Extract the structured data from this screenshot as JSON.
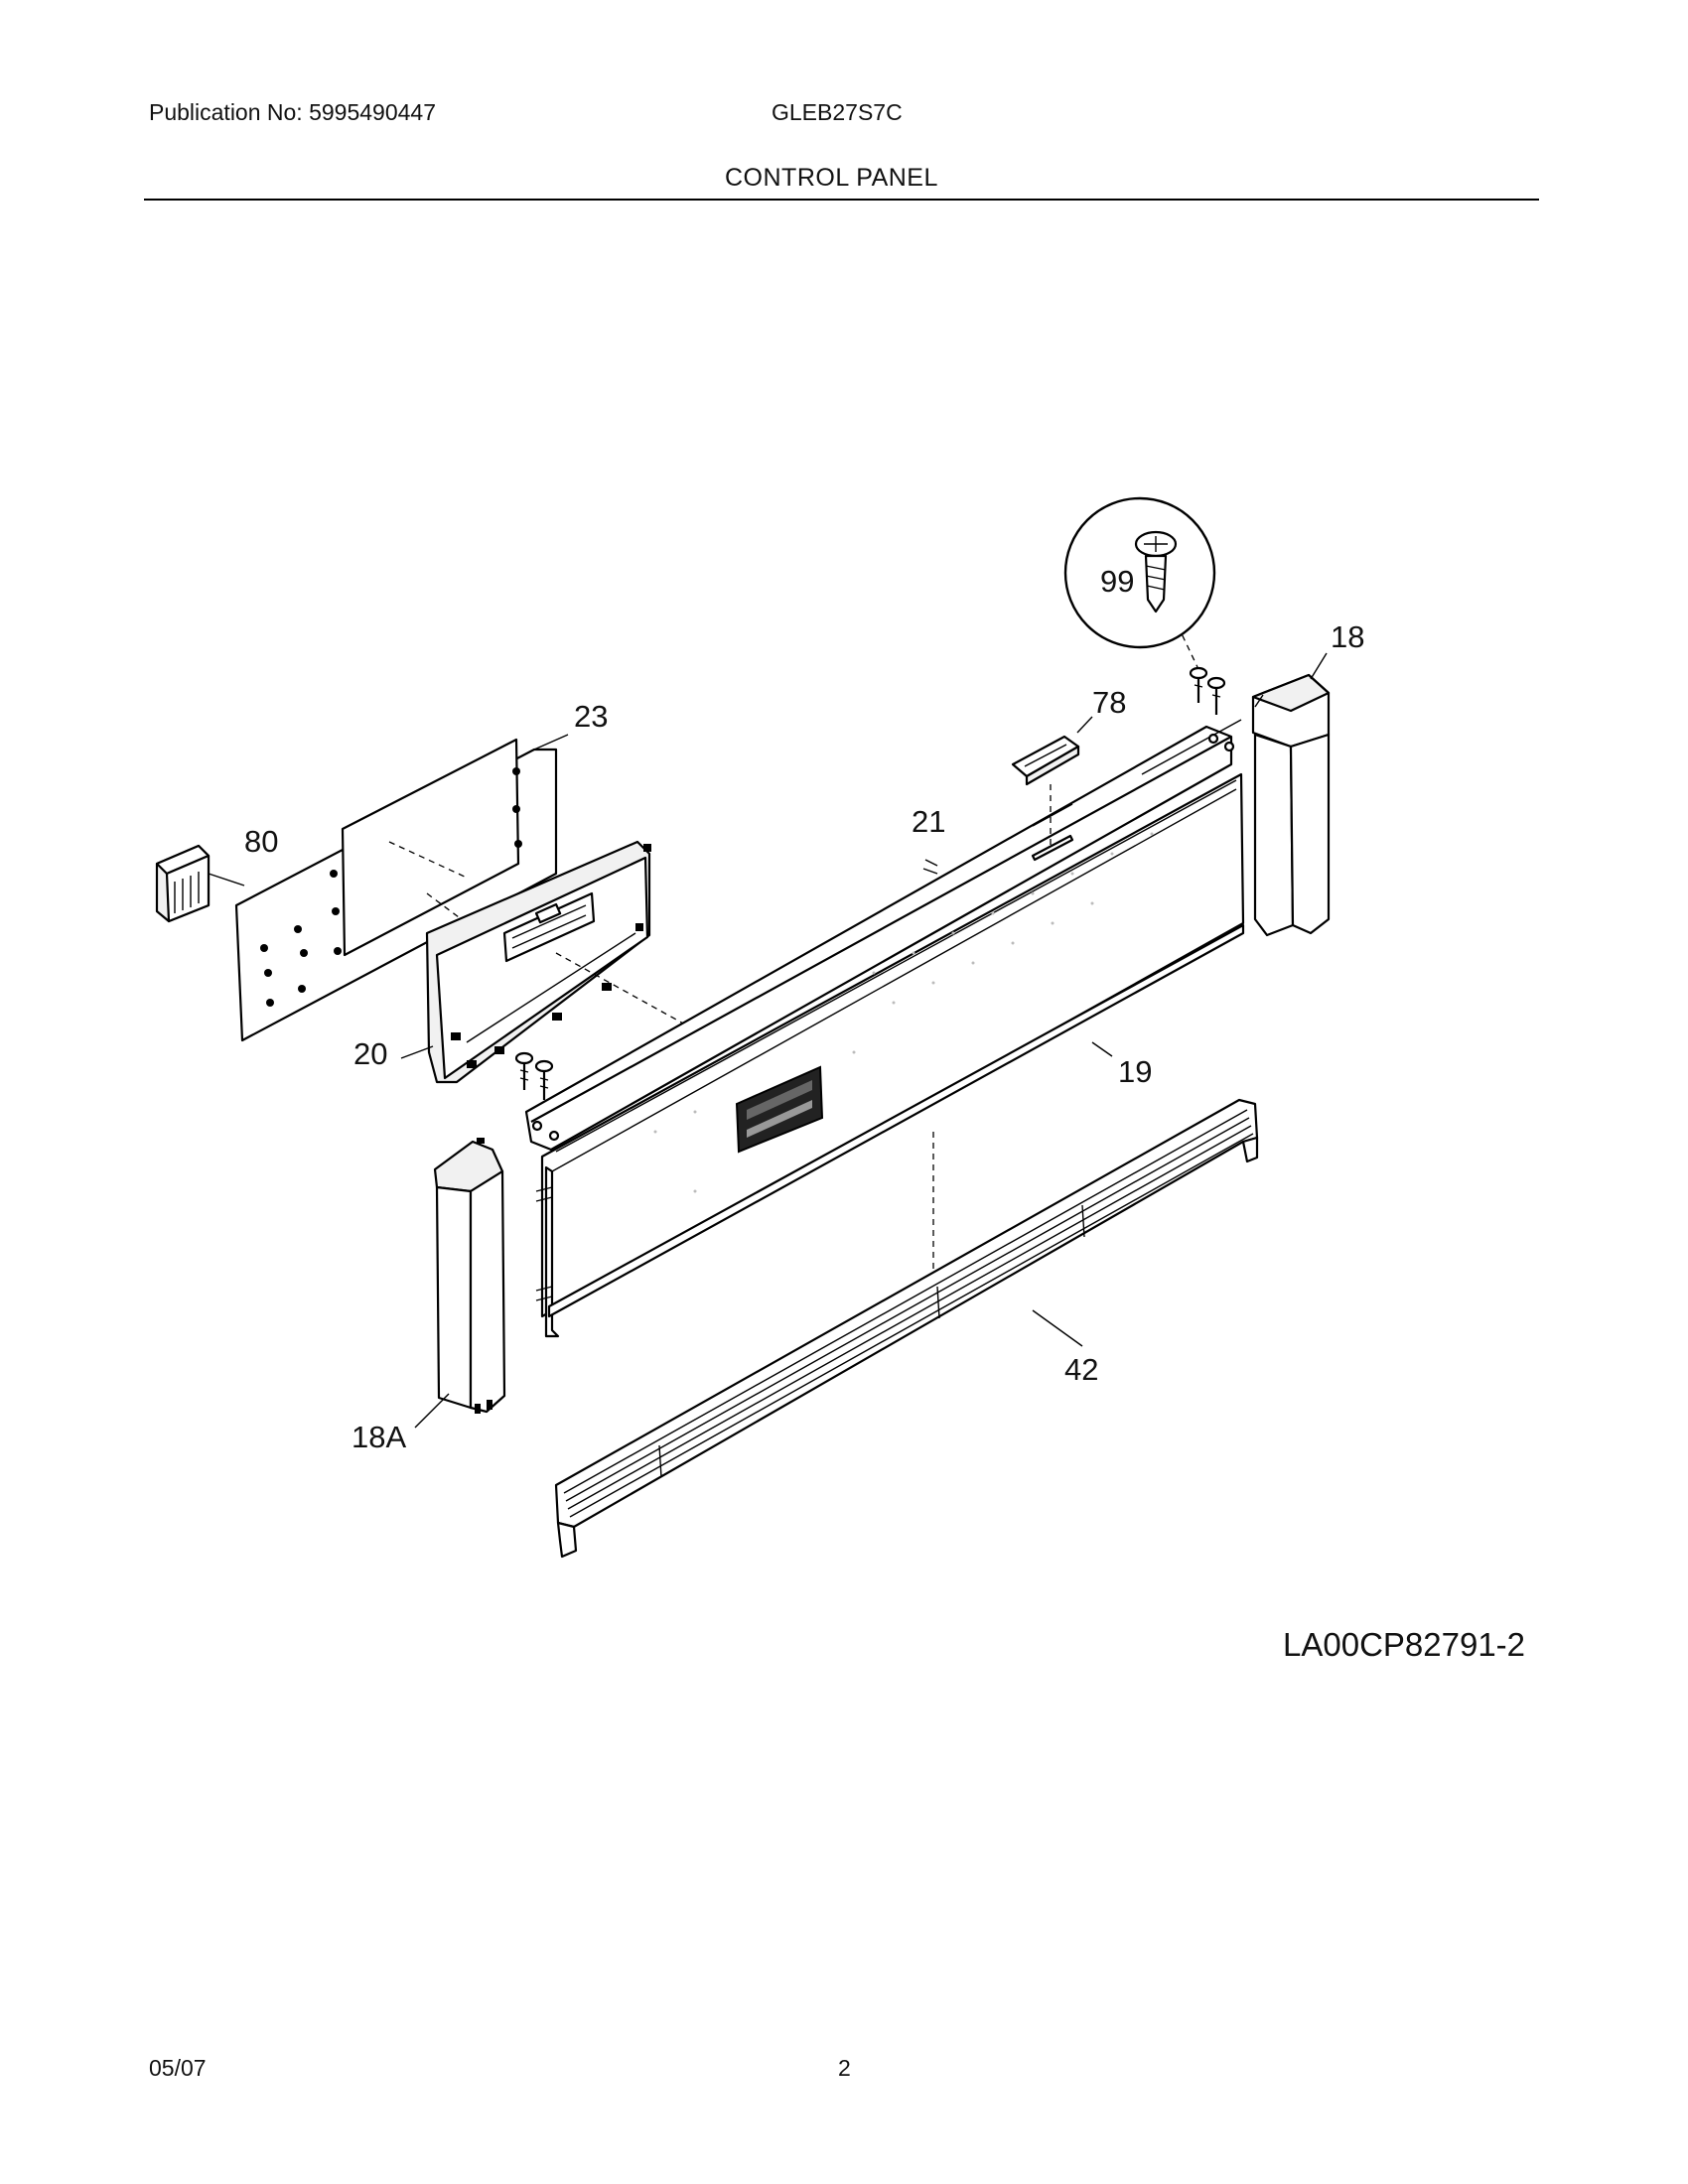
{
  "header": {
    "publication": "Publication No: 5995490447",
    "model": "GLEB27S7C",
    "section_title": "CONTROL PANEL"
  },
  "diagram": {
    "drawing_code": "LA00CP82791-2",
    "callouts": {
      "c99": "99",
      "c18": "18",
      "c78": "78",
      "c23": "23",
      "c80": "80",
      "c21": "21",
      "c20": "20",
      "c19": "19",
      "c18a": "18A",
      "c42": "42"
    }
  },
  "footer": {
    "date": "05/07",
    "page_number": "2"
  }
}
